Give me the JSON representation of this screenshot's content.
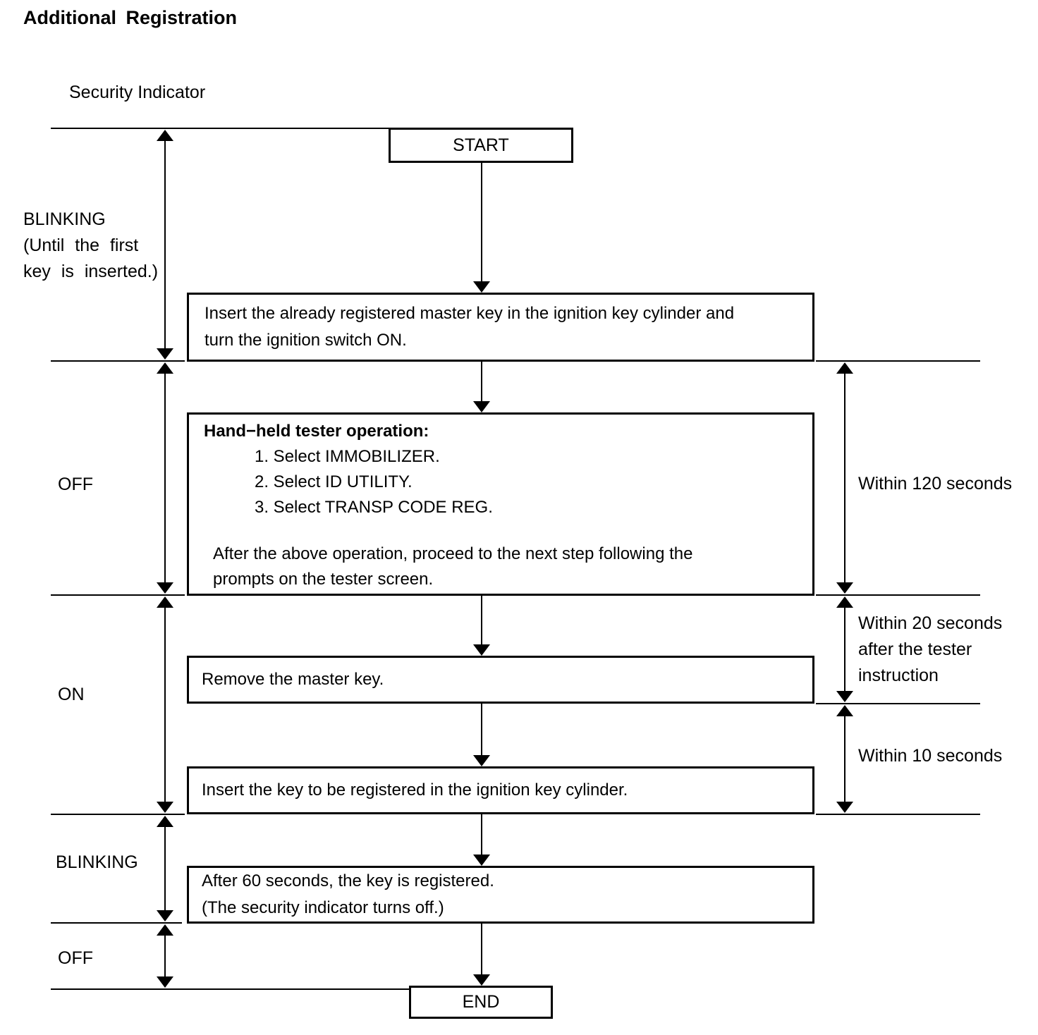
{
  "title": "Additional Registration",
  "diagram": {
    "axis_label": "Security Indicator",
    "nodes": {
      "start": "START",
      "end": "END"
    },
    "steps": {
      "insert_master_key": "Insert the already registered master key in the ignition key cylinder and\nturn the ignition switch ON.",
      "tester_heading": "Hand−held tester operation:",
      "tester_items": [
        "1. Select IMMOBILIZER.",
        "2. Select ID UTILITY.",
        "3. Select TRANSP CODE REG."
      ],
      "tester_footer": "After the above operation, proceed to the next step following the\nprompts on the tester screen.",
      "remove_master_key": "Remove the master key.",
      "insert_new_key": "Insert the key to be registered in the ignition key cylinder.",
      "registered": "After 60 seconds, the key is registered.\n(The security indicator turns off.)"
    },
    "indicator_states": [
      "BLINKING\n(Until the first\nkey is inserted.)",
      "OFF",
      "ON",
      "BLINKING",
      "OFF"
    ],
    "timing_notes": [
      "Within 120 seconds",
      "Within 20 seconds\nafter the tester\ninstruction",
      "Within 10 seconds"
    ]
  },
  "colors": {
    "ink": "#000000",
    "paper": "#ffffff"
  }
}
